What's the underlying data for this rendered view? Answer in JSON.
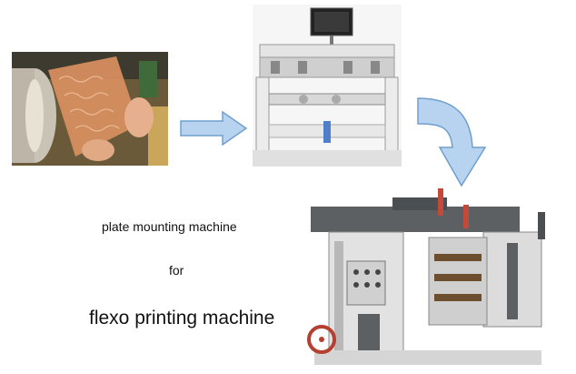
{
  "captions": {
    "line1": "plate mounting machine",
    "line2": "for",
    "line3": "flexo printing machine"
  },
  "colors": {
    "arrow_fill": "#b8d3ef",
    "arrow_stroke": "#6f9fcc",
    "machine_grey": "#5d6063",
    "machine_light": "#dcdcdc",
    "plate_copper": "#d9905f"
  },
  "images": {
    "photo_plate": "flexo-plate-photo",
    "photo_mounter": "plate-mounting-machine-photo",
    "photo_press": "flexo-printing-press-photo"
  },
  "icons": {
    "arrow_right": "arrow-right-icon",
    "arrow_curved": "curved-arrow-down-icon"
  }
}
